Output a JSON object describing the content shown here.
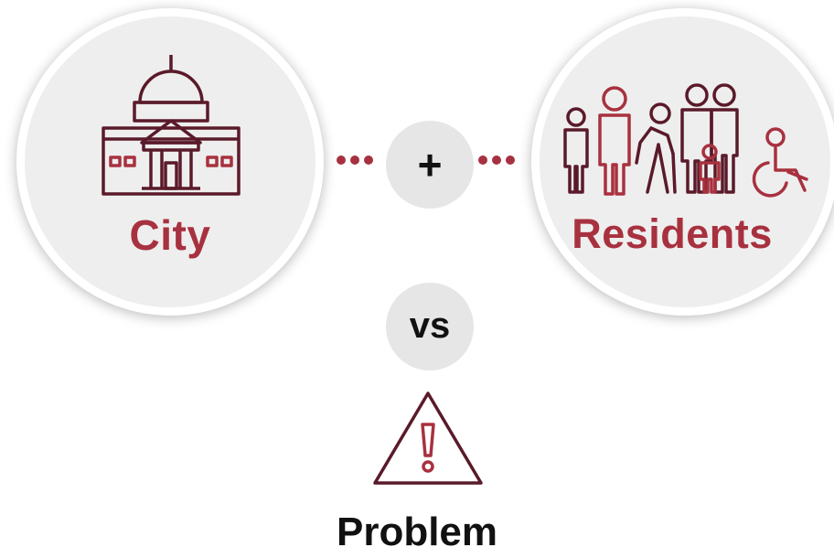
{
  "nodes": {
    "city": {
      "label": "City",
      "icon": "capitol-building-icon"
    },
    "residents": {
      "label": "Residents",
      "icon": "people-group-icon"
    },
    "problem": {
      "label": "Problem",
      "icon": "warning-triangle-icon"
    }
  },
  "connectors": {
    "plus": "+",
    "versus": "vs"
  },
  "colors": {
    "accent": "#a8313f",
    "outline": "#5a1a2a",
    "circle_fill": "#eeeeee",
    "connector_fill": "#e6e6e6",
    "text_dark": "#111111"
  }
}
